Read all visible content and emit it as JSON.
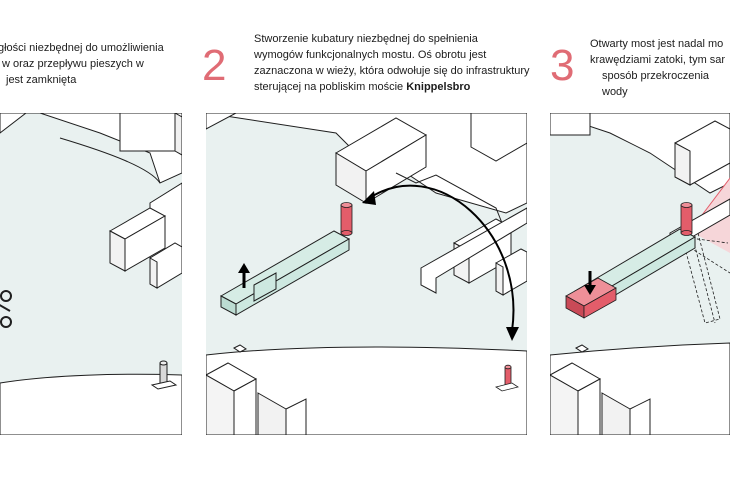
{
  "colors": {
    "accent": "#e06c75",
    "water": "#e9f1f0",
    "bridge": "#cde8e0",
    "outline": "#1f1f1f",
    "red_cube": "#e35d6a"
  },
  "steps": [
    {
      "number": "",
      "lines": [
        "głości niezbędnej do umożliwienia",
        "w oraz przepływu pieszych w",
        "jest zamknięta"
      ]
    },
    {
      "number": "2",
      "lines": [
        "Stworzenie kubatury niezbędnej do spełnienia",
        "wymogów funkcjonalnych mostu. Oś obrotu jest",
        "zaznaczona w wieży, która odwołuje się do infrastruktury"
      ],
      "last_line_prefix": "sterującej na pobliskim moście ",
      "last_line_bold": "Knippelsbro"
    },
    {
      "number": "3",
      "lines": [
        "Otwarty most jest nadal mo",
        "krawędziami zatoki, tym sar",
        "sposób przekroczenia wody"
      ]
    }
  ]
}
